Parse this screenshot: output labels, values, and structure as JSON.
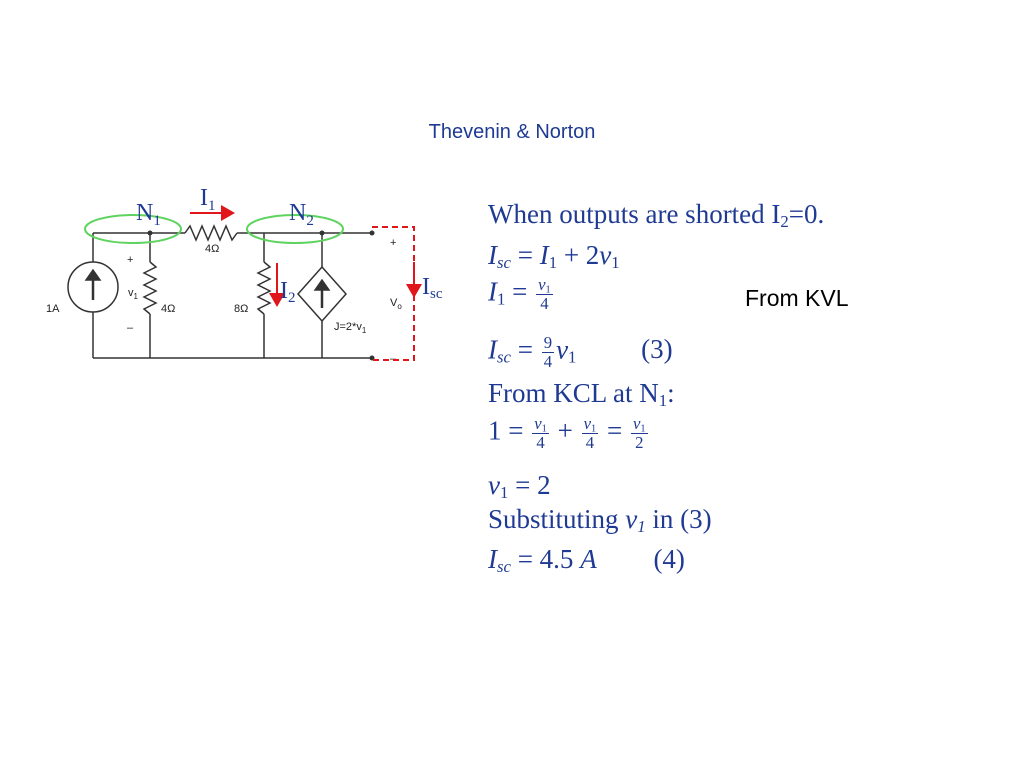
{
  "title": "Thevenin & Norton",
  "circuit": {
    "source_label": "1A",
    "r1_label": "4Ω",
    "r_series_label": "4Ω",
    "r3_label": "8Ω",
    "v1_plus": "+",
    "v1_minus": "–",
    "v1_main": "v",
    "v1_sub": "1",
    "dep_source_label": "J=2*v",
    "dep_source_sub": "1",
    "vo_main": "V",
    "vo_sub": "o",
    "vo_plus": "+",
    "vo_minus": "–",
    "node1_main": "N",
    "node1_sub": "1",
    "node2_main": "N",
    "node2_sub": "2",
    "i1_main": "I",
    "i1_sub": "1",
    "i2_main": "I",
    "i2_sub": "2",
    "isc_main": "I",
    "isc_sub": "sc",
    "colors": {
      "wire": "#333333",
      "accent": "#e0161b",
      "node_ellipse": "#5fd35f",
      "text": "#1f3a93"
    }
  },
  "equations": {
    "line1_text": "When outputs are shorted I",
    "line1_sub": "2",
    "line1_end": "=0.",
    "line2": {
      "lhs": "I",
      "lhs_sub": "sc",
      "rhs_a": "I",
      "rhs_a_sub": "1",
      "plus": "+ 2",
      "rhs_b": "v",
      "rhs_b_sub": "1"
    },
    "line3": {
      "lhs": "I",
      "lhs_sub": "1",
      "num": "v",
      "num_sub": "1",
      "den": "4"
    },
    "from_kvl": "From KVL",
    "line4": {
      "lhs": "I",
      "lhs_sub": "sc",
      "num": "9",
      "den": "4",
      "var": "v",
      "var_sub": "1",
      "tag": "(3)"
    },
    "line5_text": "From KCL at N",
    "line5_sub": "1",
    "line5_end": ":",
    "line6": {
      "lhs": "1",
      "f1_num": "v",
      "f1_sub": "1",
      "f1_den": "4",
      "f2_num": "v",
      "f2_sub": "1",
      "f2_den": "4",
      "f3_num": "v",
      "f3_sub": "1",
      "f3_den": "2"
    },
    "line7": {
      "var": "v",
      "var_sub": "1",
      "rhs": "= 2"
    },
    "line8": {
      "text": "Substituting ",
      "var": "v",
      "var_sub": "1",
      "end": " in (3)"
    },
    "line9": {
      "lhs": "I",
      "lhs_sub": "sc",
      "value": "= 4.5 ",
      "unit": "A",
      "tag": "(4)"
    }
  }
}
